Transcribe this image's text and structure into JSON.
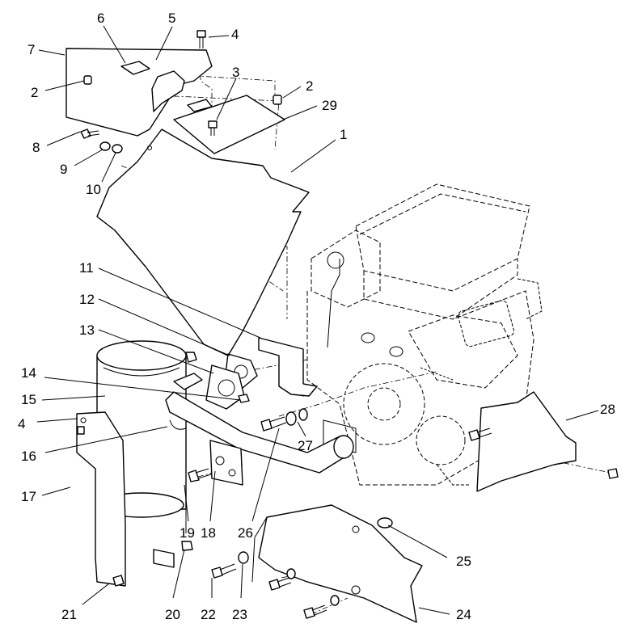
{
  "callouts": {
    "c1": "1",
    "c2a": "2",
    "c2b": "2",
    "c3": "3",
    "c4a": "4",
    "c4b": "4",
    "c5": "5",
    "c6": "6",
    "c7": "7",
    "c8": "8",
    "c9": "9",
    "c10": "10",
    "c11": "11",
    "c12": "12",
    "c13": "13",
    "c14": "14",
    "c15": "15",
    "c16": "16",
    "c17": "17",
    "c18": "18",
    "c19": "19",
    "c20": "20",
    "c21": "21",
    "c22": "22",
    "c23": "23",
    "c24": "24",
    "c25": "25",
    "c26": "26",
    "c27": "27",
    "c28": "28",
    "c29": "29"
  },
  "colors": {
    "line": "#000000",
    "background": "#ffffff"
  }
}
